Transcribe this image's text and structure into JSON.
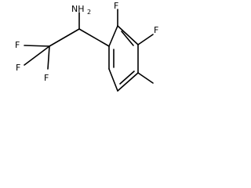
{
  "structure": {
    "atoms": {
      "amine": "NH",
      "amine_subscript": "2",
      "fluorines": [
        "F",
        "F",
        "F",
        "F",
        "F"
      ]
    },
    "colors": {
      "bond": "#000000",
      "label": "#000000",
      "background": "#ffffff"
    }
  }
}
